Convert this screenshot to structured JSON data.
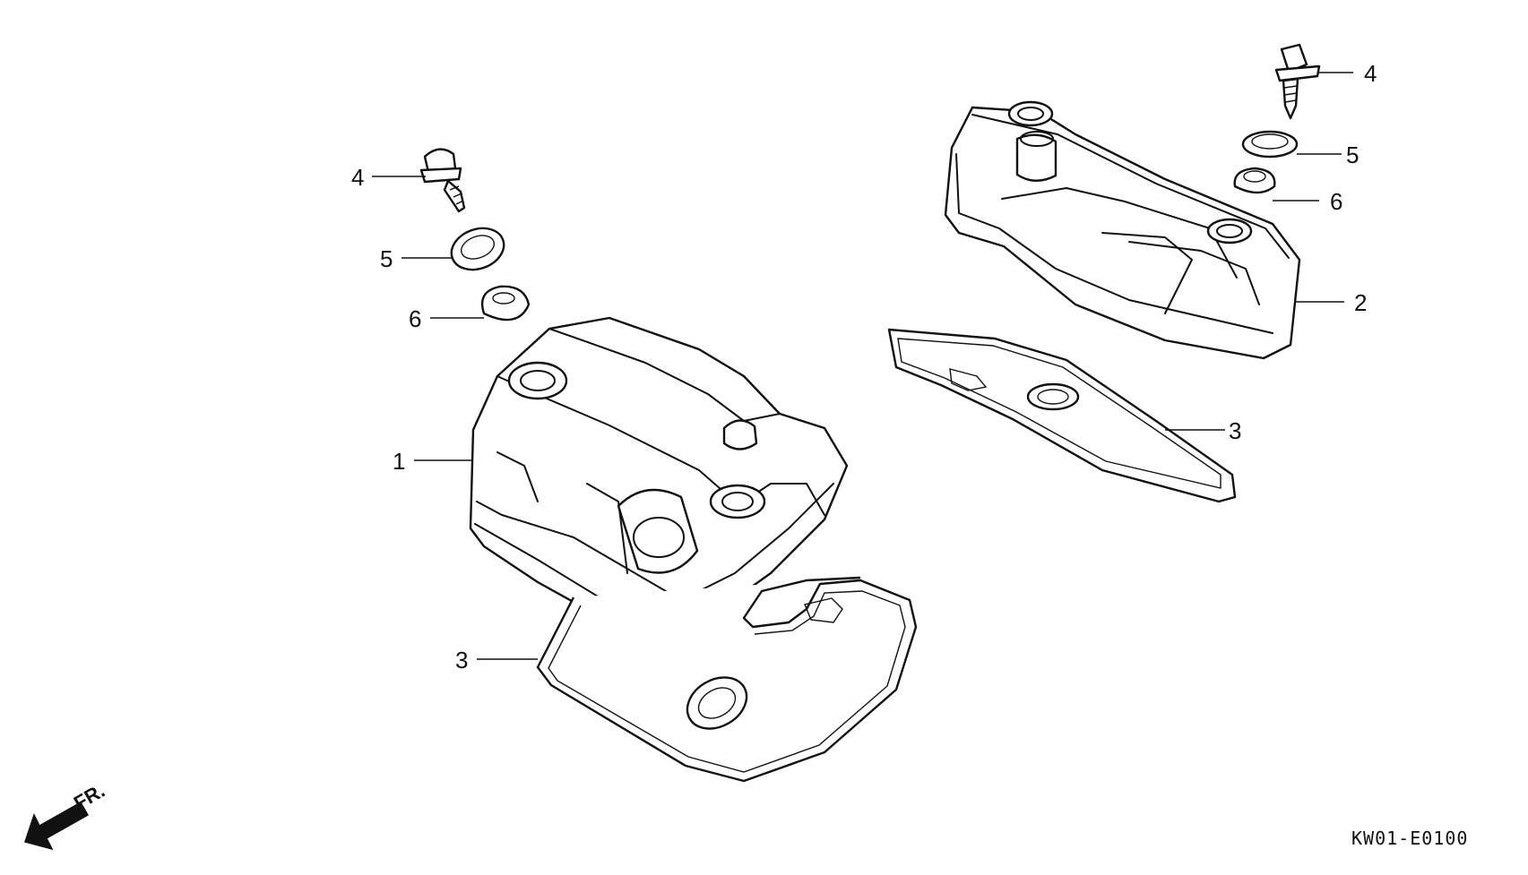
{
  "diagram": {
    "drawing_code": "KW01-E0100",
    "front_marker": "FR.",
    "callouts": {
      "left_cover": "1",
      "right_cover": "2",
      "left_gasket": "3",
      "right_gasket": "3",
      "left_bolt": "4",
      "right_bolt": "4",
      "left_washer": "5",
      "right_washer": "5",
      "left_grommet": "6",
      "right_grommet": "6"
    }
  }
}
